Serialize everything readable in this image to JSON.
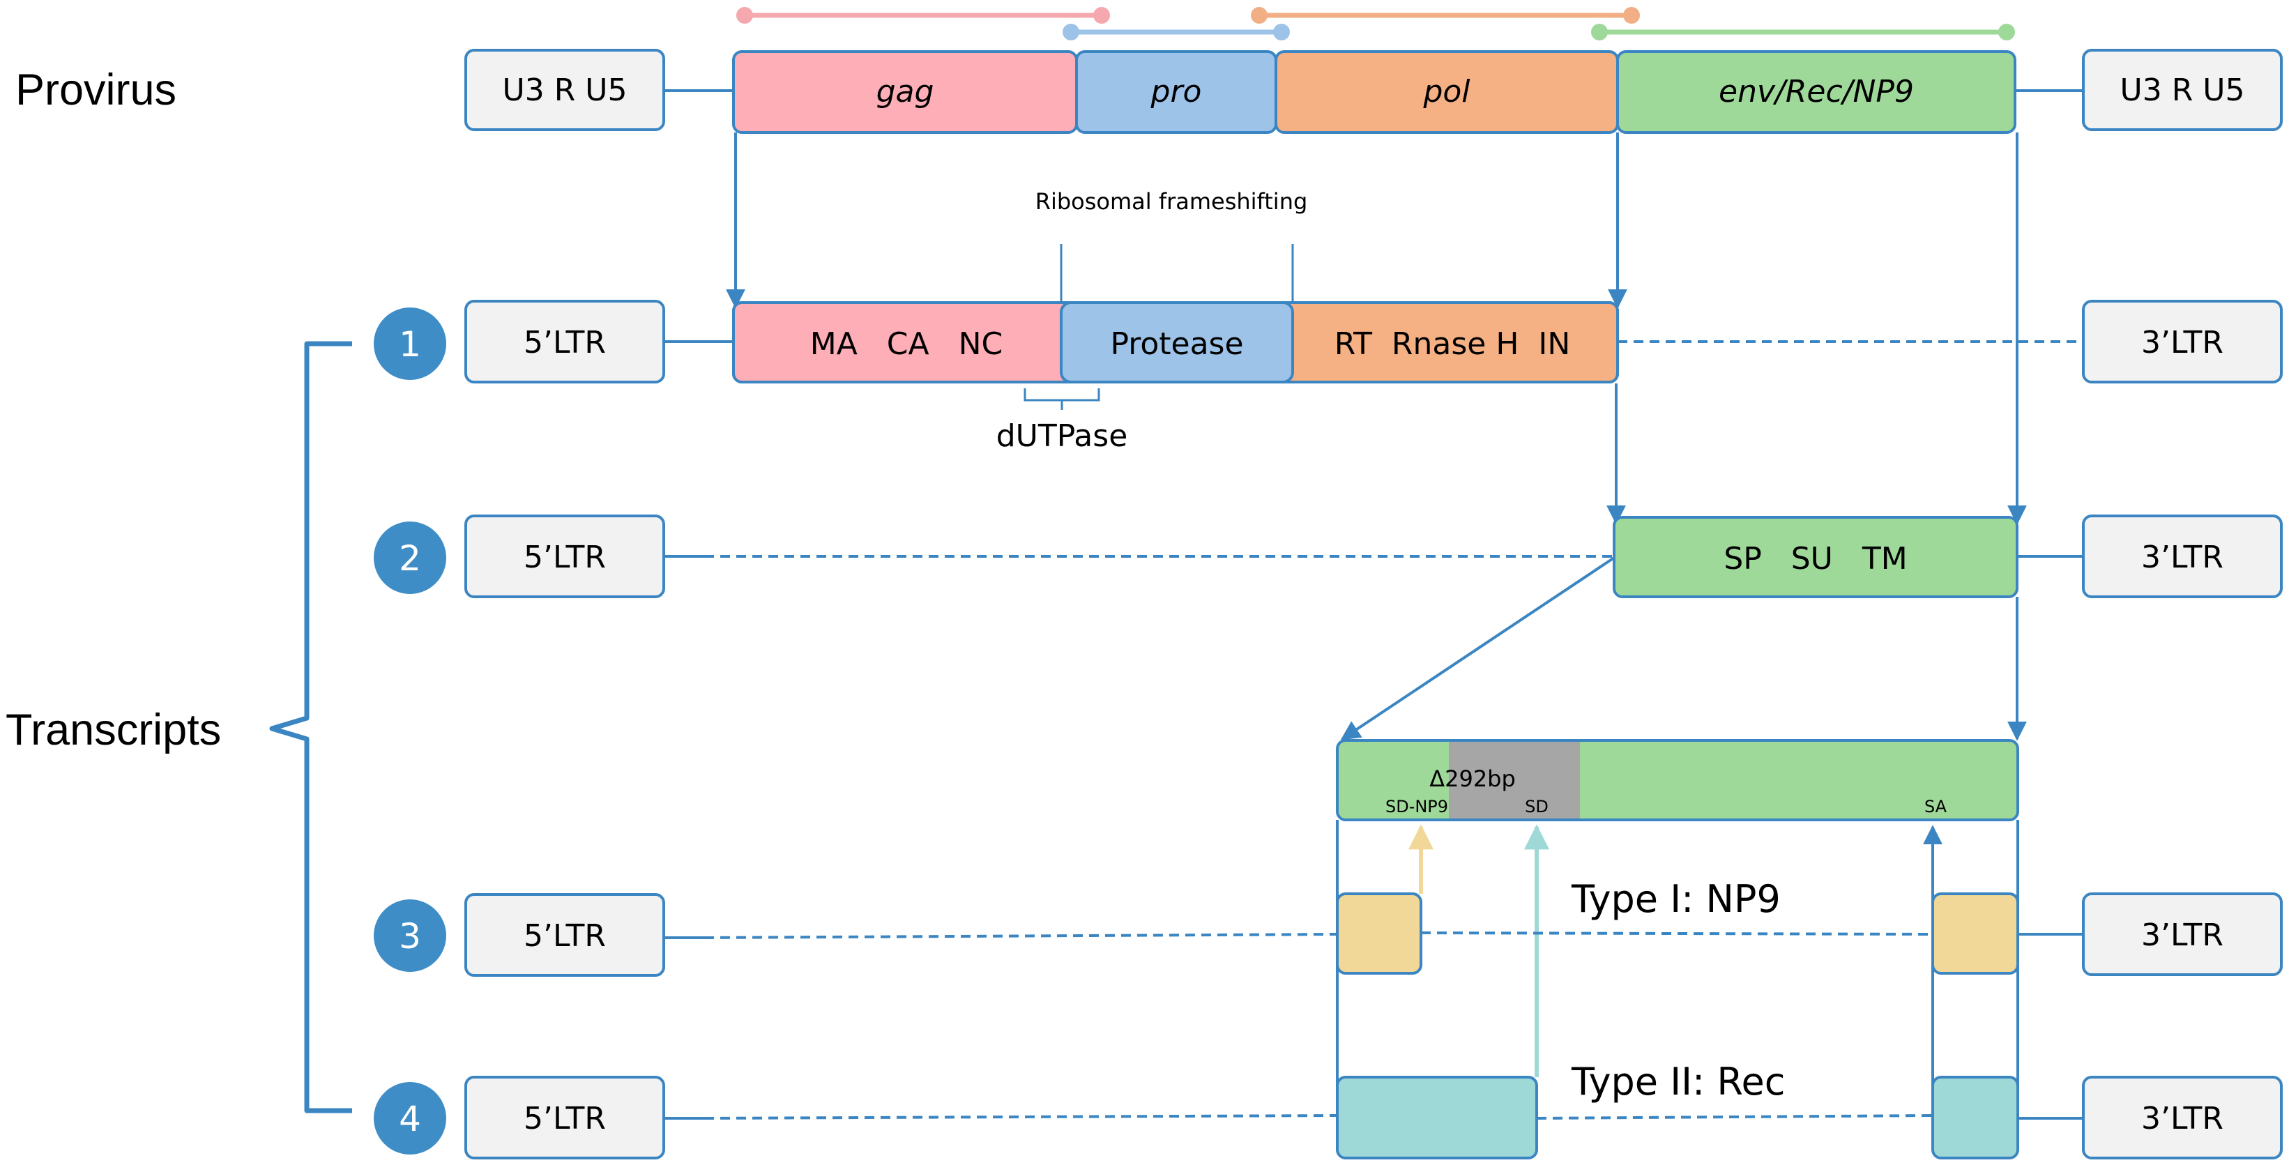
{
  "labels": {
    "provirus": "Provirus",
    "transcripts": "Transcripts"
  },
  "provirus": {
    "ltr_left": "U3 R U5",
    "ltr_right": "U3 R U5",
    "genes": [
      "gag",
      "pro",
      "pol",
      "env/Rec/NP9"
    ]
  },
  "transcript1": {
    "number": "1",
    "ltr5": "5’LTR",
    "ltr3": "3’LTR",
    "gag_products": "MA   CA   NC",
    "protease": "Protease",
    "pol_products": "RT  Rnase H  IN",
    "frameshift_note": "Ribosomal frameshifting",
    "dutpase": "dUTPase"
  },
  "transcript2": {
    "number": "2",
    "ltr5": "5’LTR",
    "ltr3": "3’LTR",
    "env_products": "SP   SU   TM"
  },
  "env_detail": {
    "deletion": "Δ292bp",
    "sd_np9": "SD-NP9",
    "sd": "SD",
    "sa": "SA"
  },
  "transcript3": {
    "number": "3",
    "ltr5": "5’LTR",
    "ltr3": "3’LTR",
    "type_label": "Type I: NP9"
  },
  "transcript4": {
    "number": "4",
    "ltr5": "5’LTR",
    "ltr3": "3’LTR",
    "type_label": "Type II: Rec"
  },
  "colors": {
    "line_blue": "#3b86c2",
    "circle_blue": "#3f8dc6",
    "ltr_fill": "#f2f2f2",
    "gag": "#fdaeb6",
    "pro": "#9dc3e8",
    "pol": "#f5b084",
    "env": "#9fd99a",
    "deletion_gray": "#a6a6a6",
    "np9_yellow": "#f1d898",
    "rec_teal": "#9fd9d7"
  }
}
